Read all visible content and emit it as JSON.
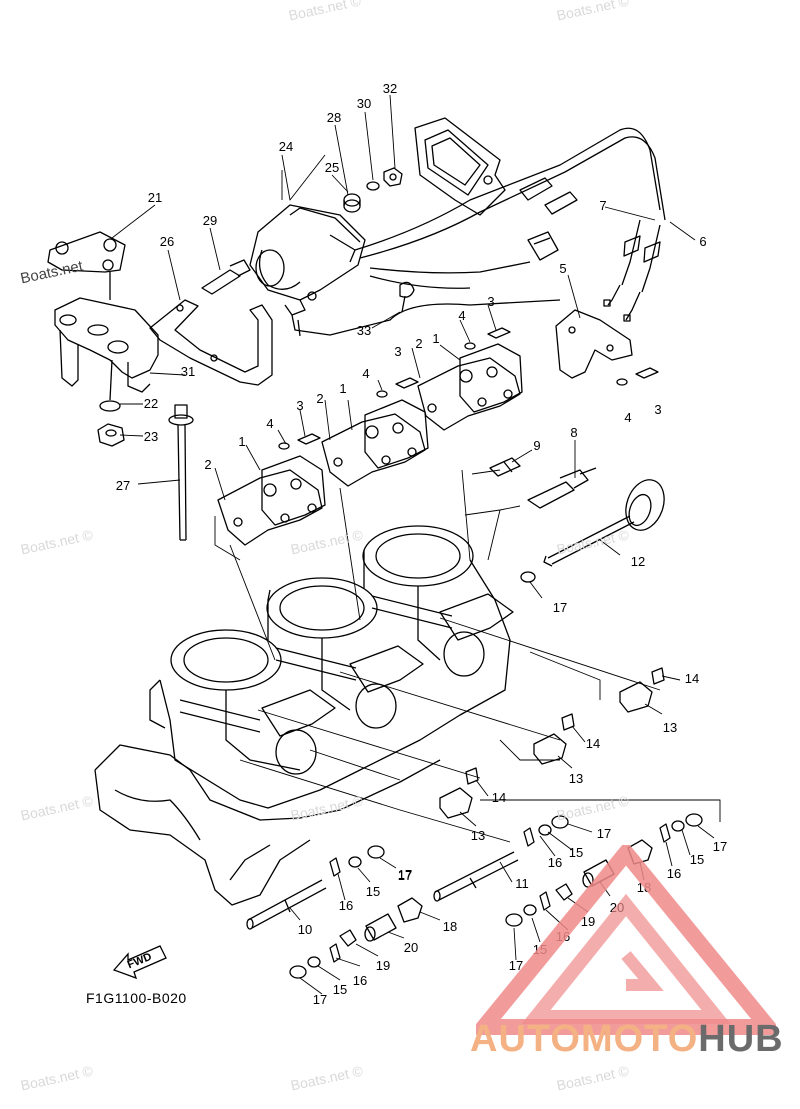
{
  "diagram_code": "F1G1100-B020",
  "fwd_label": "FWD",
  "watermark_text": "Boats.net ©",
  "watermark_left_label": "Boats.net",
  "brand": {
    "part1": "AUTO",
    "part2": "MOTO",
    "part3": "HUB"
  },
  "colors": {
    "line": "#000000",
    "brand_orange": "#f4b183",
    "brand_gray": "#6b6b6b",
    "logo_red": "#e53935",
    "watermark": "#d9d9d9"
  },
  "callouts": [
    {
      "num": "32"
    },
    {
      "num": "30"
    },
    {
      "num": "28"
    },
    {
      "num": "24"
    },
    {
      "num": "25"
    },
    {
      "num": "21"
    },
    {
      "num": "29"
    },
    {
      "num": "26"
    },
    {
      "num": "7"
    },
    {
      "num": "6"
    },
    {
      "num": "5"
    },
    {
      "num": "3"
    },
    {
      "num": "4"
    },
    {
      "num": "33"
    },
    {
      "num": "1"
    },
    {
      "num": "2"
    },
    {
      "num": "3"
    },
    {
      "num": "4"
    },
    {
      "num": "31"
    },
    {
      "num": "22"
    },
    {
      "num": "23"
    },
    {
      "num": "1"
    },
    {
      "num": "2"
    },
    {
      "num": "3"
    },
    {
      "num": "4"
    },
    {
      "num": "3"
    },
    {
      "num": "4"
    },
    {
      "num": "1"
    },
    {
      "num": "2"
    },
    {
      "num": "27"
    },
    {
      "num": "9"
    },
    {
      "num": "8"
    },
    {
      "num": "12"
    },
    {
      "num": "17"
    },
    {
      "num": "14"
    },
    {
      "num": "13"
    },
    {
      "num": "14"
    },
    {
      "num": "13"
    },
    {
      "num": "14"
    },
    {
      "num": "13"
    },
    {
      "num": "17"
    },
    {
      "num": "16"
    },
    {
      "num": "15"
    },
    {
      "num": "17"
    },
    {
      "num": "16"
    },
    {
      "num": "15"
    },
    {
      "num": "17"
    },
    {
      "num": "11"
    },
    {
      "num": "18"
    },
    {
      "num": "10"
    },
    {
      "num": "16"
    },
    {
      "num": "15"
    },
    {
      "num": "17"
    },
    {
      "num": "20"
    },
    {
      "num": "18"
    },
    {
      "num": "19"
    },
    {
      "num": "20"
    },
    {
      "num": "19"
    },
    {
      "num": "16"
    },
    {
      "num": "15"
    },
    {
      "num": "17"
    },
    {
      "num": "16"
    },
    {
      "num": "15"
    },
    {
      "num": "17"
    }
  ]
}
